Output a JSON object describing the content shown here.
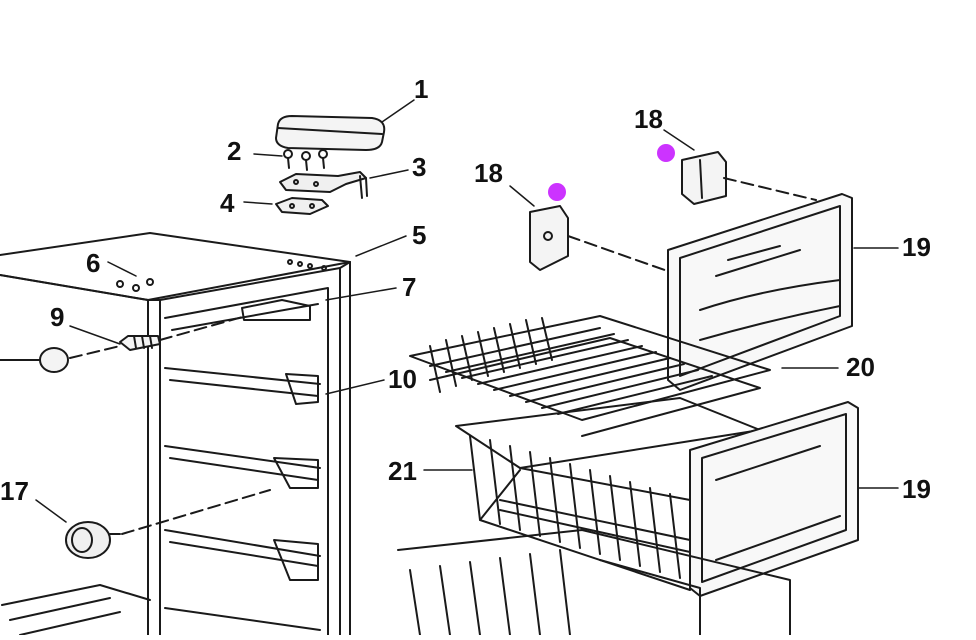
{
  "callouts": {
    "c1": "1",
    "c2": "2",
    "c3": "3",
    "c4": "4",
    "c5": "5",
    "c6": "6",
    "c7": "7",
    "c9": "9",
    "c10": "10",
    "c17": "17",
    "c18a": "18",
    "c18b": "18",
    "c19a": "19",
    "c19b": "19",
    "c20": "20",
    "c21": "21"
  },
  "marker_color": "#cc33ff"
}
